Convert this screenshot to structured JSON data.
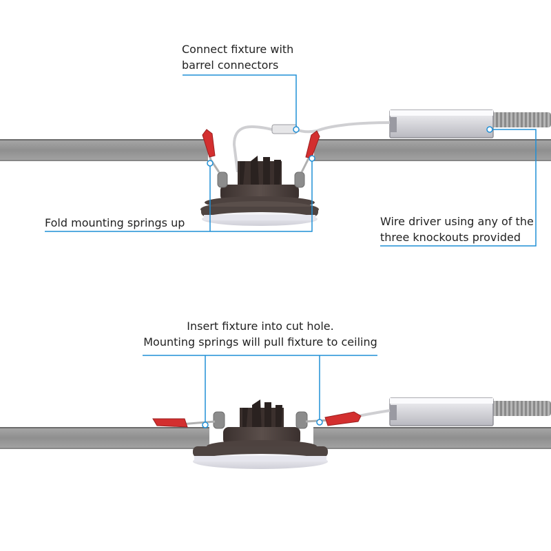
{
  "annotations": {
    "connect_line1": "Connect fixture with",
    "connect_line2": "barrel connectors",
    "fold_springs": "Fold mounting springs up",
    "wire_line1": "Wire driver using any of the",
    "wire_line2": "three knockouts provided",
    "insert_line1": "Insert fixture into cut hole.",
    "insert_line2": "Mounting springs will pull fixture to ceiling"
  },
  "colors": {
    "leader": "#1f8fd6",
    "ceiling": "#9a9a9a",
    "fixture_body": "#4a3f3c",
    "spring_clip": "#d32f2f",
    "driver_box": "#d9d9de",
    "trim_ring": "#efeff4"
  }
}
